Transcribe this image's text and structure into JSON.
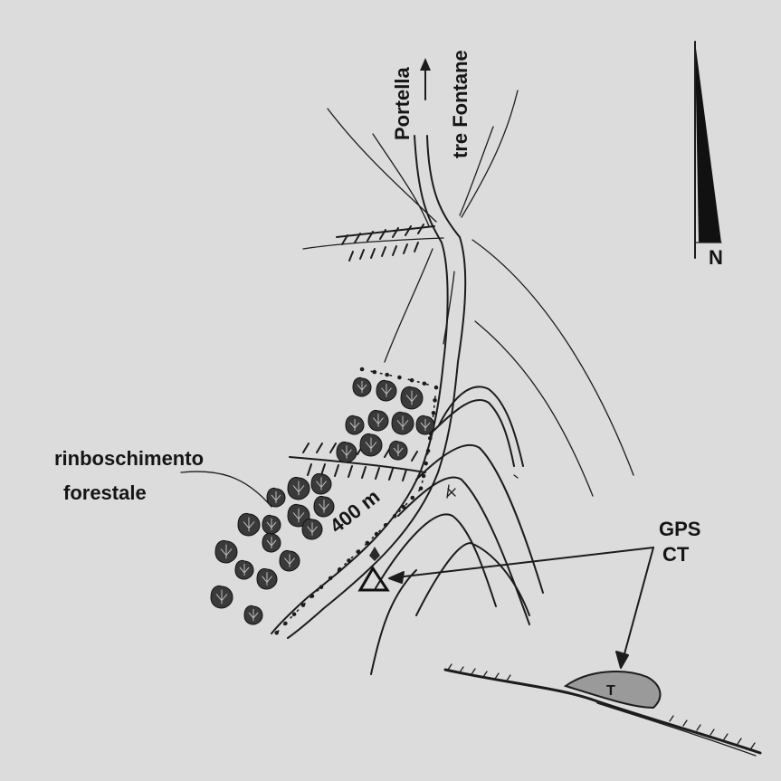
{
  "labels": {
    "road_destination_line1": "Portella",
    "road_destination_line2": "tre Fontane",
    "reforestation_line1": "rinboschimento",
    "reforestation_line2": "forestale",
    "elevation": "400 m",
    "station_line1": "GPS",
    "station_line2": "CT",
    "north": "N",
    "profile_marker": "T"
  },
  "colors": {
    "background": "#dcdcdc",
    "ink": "#1c1c1c",
    "hill_fill": "#9a9a9a"
  }
}
